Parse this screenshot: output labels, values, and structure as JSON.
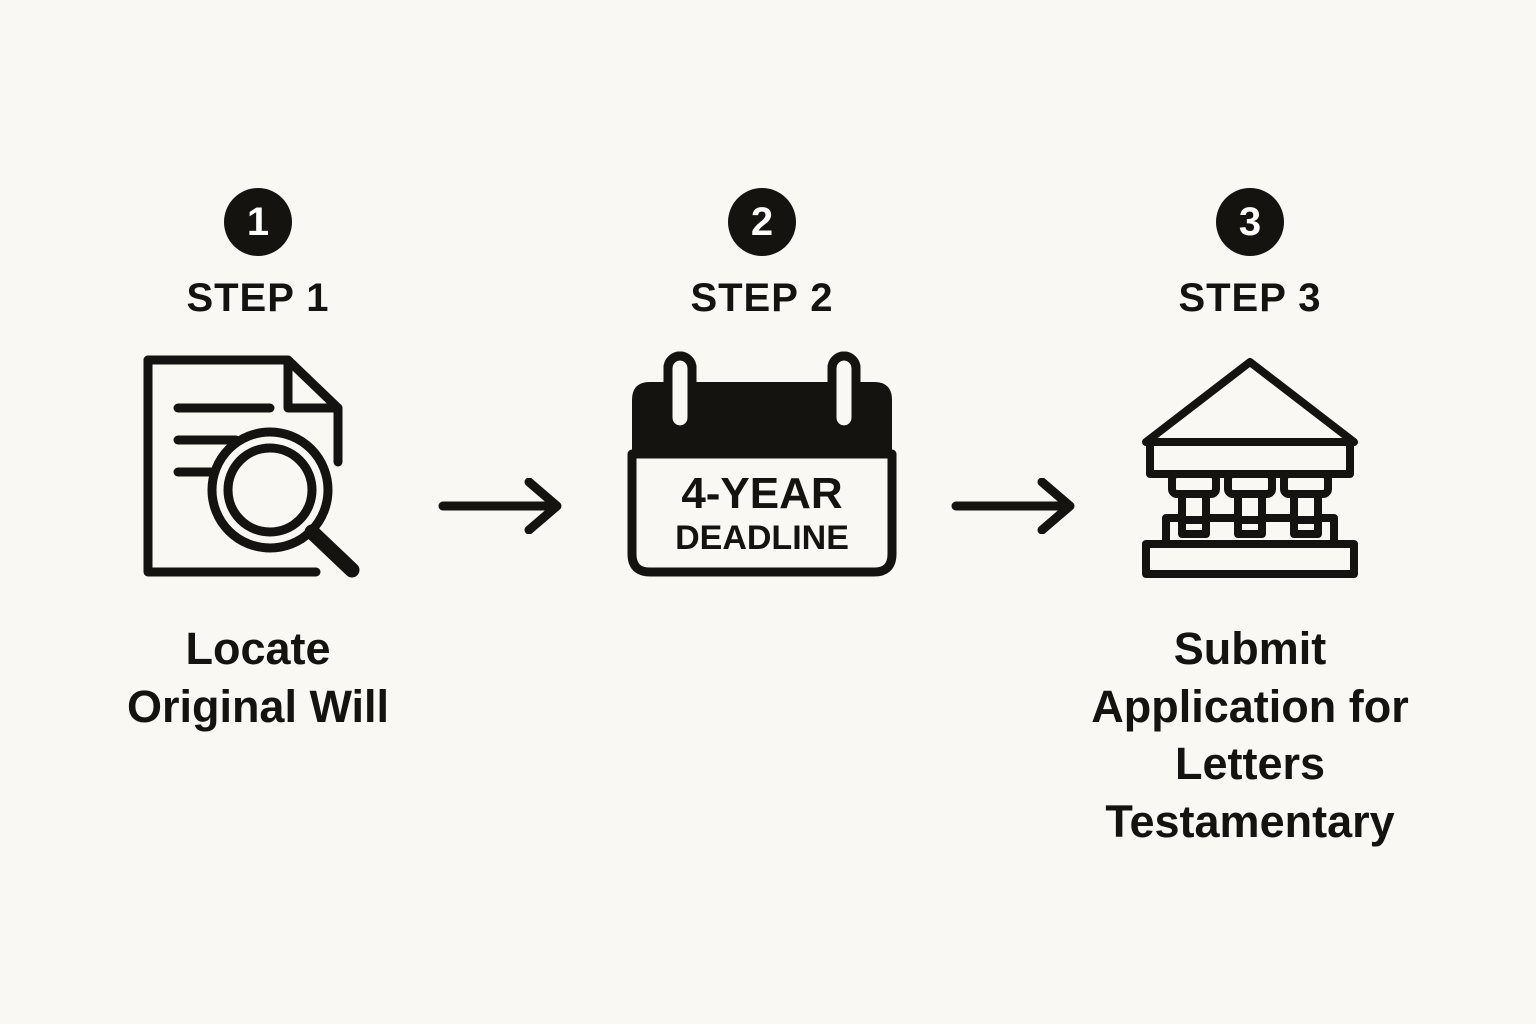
{
  "canvas": {
    "background_color": "#faf8f3",
    "ink_color": "#15130f"
  },
  "diagram": {
    "type": "horizontal-process-flow",
    "orientation": "left-to-right",
    "step_count": 3,
    "connector": "arrow"
  },
  "steps": [
    {
      "number": "1",
      "label": "STEP 1",
      "icon": "document-magnifier-icon",
      "icon_text": "",
      "caption": "Locate\nOriginal Will",
      "caption_lines": [
        "Locate",
        "Original Will"
      ]
    },
    {
      "number": "2",
      "label": "STEP 2",
      "icon": "calendar-deadline-icon",
      "icon_text_primary": "4-YEAR",
      "icon_text_secondary": "DEADLINE",
      "caption": "",
      "caption_lines": []
    },
    {
      "number": "3",
      "label": "STEP 3",
      "icon": "courthouse-icon",
      "icon_text": "",
      "caption": "Submit\nApplication for\nLetters\nTestamentary",
      "caption_lines": [
        "Submit",
        "Application for",
        "Letters",
        "Testamentary"
      ]
    }
  ],
  "connectors": [
    {
      "name": "arrow-step1-to-step2",
      "icon": "arrow-right-icon"
    },
    {
      "name": "arrow-step2-to-step3",
      "icon": "arrow-right-icon"
    }
  ]
}
